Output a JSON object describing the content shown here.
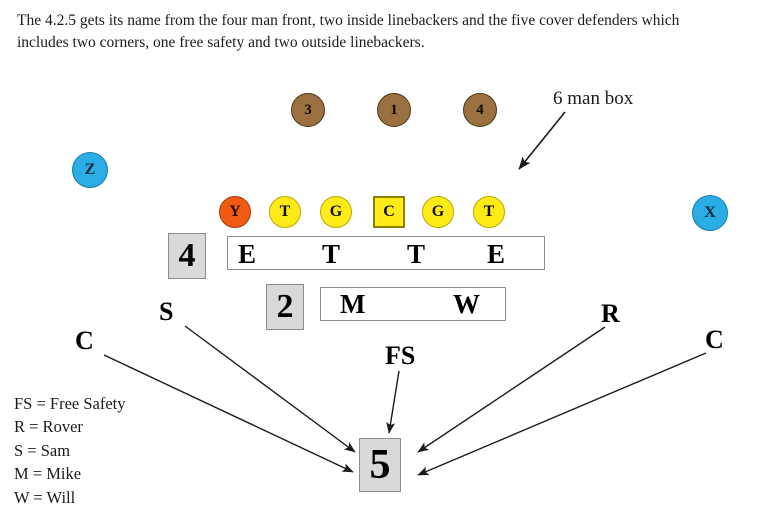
{
  "caption": {
    "text": "The 4.2.5 gets its name from the four man front, two inside linebackers and the five cover defenders which includes two corners, one free safety and two outside linebackers."
  },
  "annotations": {
    "six_man_box": "6 man box"
  },
  "offense": {
    "backs": [
      {
        "label": "3",
        "color": "#9b7040"
      },
      {
        "label": "1",
        "color": "#9b7040"
      },
      {
        "label": "4",
        "color": "#9b7040"
      }
    ],
    "receivers": [
      {
        "label": "Z",
        "color": "#29ade4"
      },
      {
        "label": "X",
        "color": "#29ade4"
      }
    ],
    "line": [
      {
        "label": "Y",
        "color": "#f15a12",
        "shape": "circle"
      },
      {
        "label": "T",
        "color": "#ffeb17",
        "shape": "circle"
      },
      {
        "label": "G",
        "color": "#ffeb17",
        "shape": "circle"
      },
      {
        "label": "C",
        "color": "#ffeb17",
        "shape": "square"
      },
      {
        "label": "G",
        "color": "#ffeb17",
        "shape": "circle"
      },
      {
        "label": "T",
        "color": "#ffeb17",
        "shape": "circle"
      }
    ]
  },
  "defense": {
    "front": {
      "count": "4",
      "players": [
        "E",
        "T",
        "T",
        "E"
      ]
    },
    "linebackers": {
      "count": "2",
      "players": [
        "M",
        "W"
      ]
    },
    "coverage": {
      "count": "5",
      "labels": {
        "corner_left": "C",
        "sam": "S",
        "free_safety": "FS",
        "rover": "R",
        "corner_right": "C"
      }
    }
  },
  "legend": {
    "items": [
      "FS = Free Safety",
      "R = Rover",
      "S = Sam",
      "M = Mike",
      "W = Will"
    ]
  }
}
